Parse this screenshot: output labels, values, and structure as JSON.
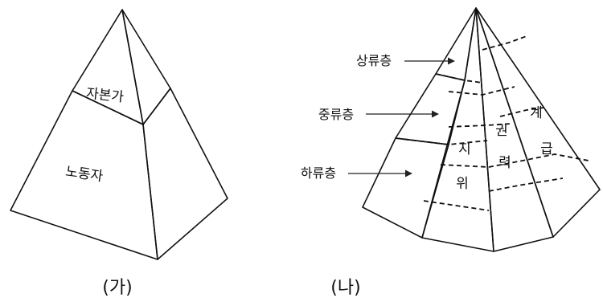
{
  "left_pyramid": {
    "top_label": "자본가",
    "bottom_label": "노동자",
    "caption": "(가)"
  },
  "right_cone": {
    "callouts": {
      "upper": "상류층",
      "middle": "중류층",
      "lower": "하류층"
    },
    "status": {
      "chars": [
        "지",
        "위"
      ]
    },
    "power": {
      "chars": [
        "권",
        "력"
      ]
    },
    "class": {
      "chars": [
        "계",
        "급"
      ]
    },
    "caption": "(나)"
  },
  "colors": {
    "light": "#e3e3e3",
    "top_light": "#d2d2d2",
    "mid_gray": "#9b9b9b",
    "side_gray": "#8e8e8e",
    "dark_gray": "#777777",
    "outline": "#111111"
  }
}
